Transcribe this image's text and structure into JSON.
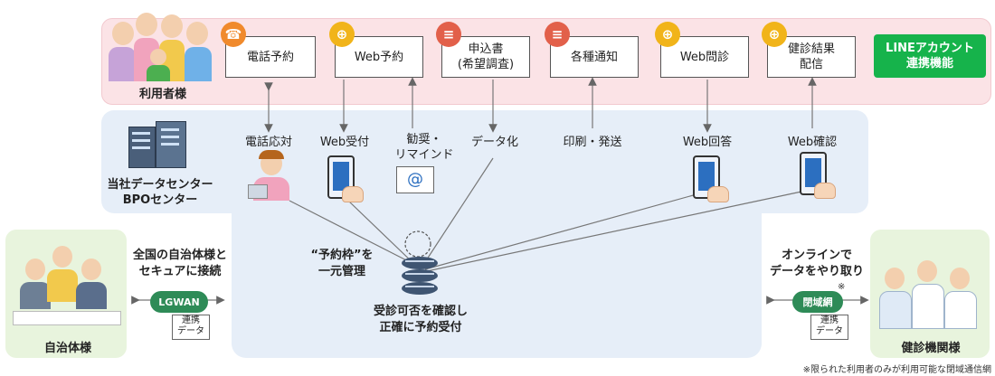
{
  "users": {
    "label": "利用者様",
    "channels": [
      {
        "label": "電話予約",
        "icon": "phone-icon"
      },
      {
        "label": "Web予約",
        "icon": "globe-icon"
      },
      {
        "label": "申込書\n(希望調査)",
        "icon": "document-icon"
      },
      {
        "label": "各種通知",
        "icon": "document-icon"
      },
      {
        "label": "Web問診",
        "icon": "globe-icon"
      },
      {
        "label": "健診結果\n配信",
        "icon": "globe-icon"
      }
    ],
    "line_button": "LINEアカウント\n連携機能"
  },
  "bpo": {
    "label": "当社データセンター\nBPOセンター",
    "services": [
      "電話応対",
      "Web受付",
      "勧奨・\nリマインド",
      "データ化",
      "印刷・発送",
      "Web回答",
      "Web確認"
    ]
  },
  "center": {
    "slot_label": "“予約枠”を\n一元管理",
    "db_label": "受診可否を確認し\n正確に予約受付"
  },
  "municipality": {
    "label": "自治体様",
    "connect_text": "全国の自治体様と\nセキュアに接続",
    "network": "LGWAN",
    "data_tag": "連携\nデータ"
  },
  "hospital": {
    "label": "健診機関様",
    "online_text": "オンラインで\nデータをやり取り",
    "network": "閉域網",
    "network_mark": "※",
    "data_tag": "連携\nデータ",
    "footnote": "※限られた利用者のみが利用可能な閉域通信網"
  },
  "colors": {
    "user_band": "#fbe3e6",
    "bpo_band": "#e6eef8",
    "partner_band": "#e8f4dd",
    "line_green": "#16b34b",
    "network_green": "#2e8b57"
  }
}
